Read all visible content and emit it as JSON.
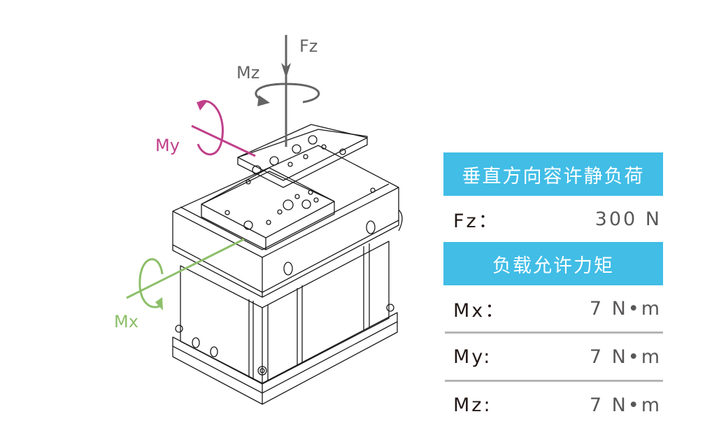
{
  "diagram": {
    "subject": "electric-gripper-isometric-drawing",
    "force_labels": {
      "fz": "Fz",
      "mz": "Mz",
      "my": "My",
      "mx": "Mx"
    },
    "colors": {
      "fz_mz": "#646464",
      "my": "#c0408a",
      "mx": "#8dbf6a",
      "outline": "#1a1a1a"
    }
  },
  "spec_table": {
    "colors": {
      "header_bg": "#41bde6",
      "header_text": "#ffffff",
      "divider": "#b5b5b6"
    },
    "vertical_static_load": {
      "title": "垂直方向容许静负荷",
      "rows": [
        {
          "label": "Fz：",
          "value": "300 N"
        }
      ]
    },
    "allowable_moment": {
      "title": "负载允许力矩",
      "rows": [
        {
          "label": "Mx：",
          "value": "7 N•m"
        },
        {
          "label": "My:",
          "value": "7 N•m"
        },
        {
          "label": "Mz:",
          "value": "7 N•m"
        }
      ]
    }
  }
}
